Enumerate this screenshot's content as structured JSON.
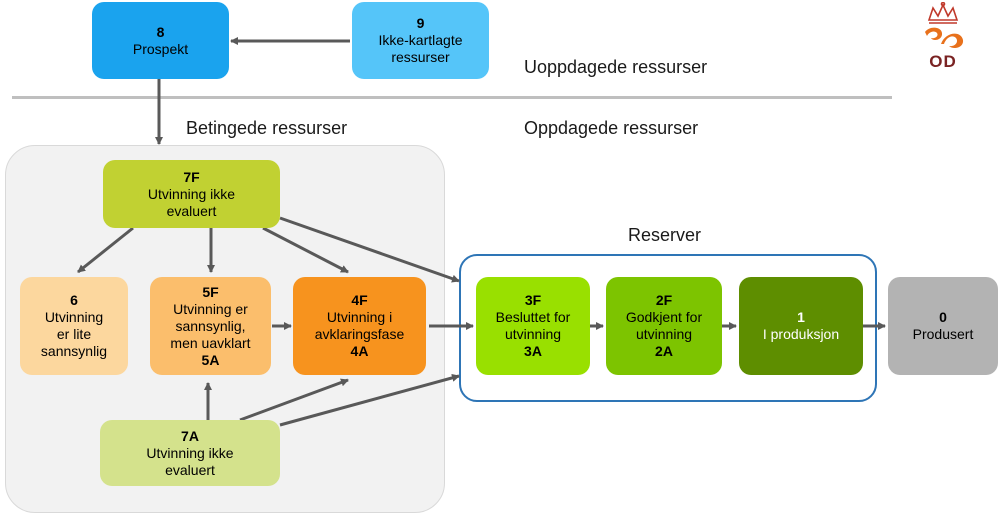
{
  "sections": {
    "uoppdagede": "Uoppdagede ressurser",
    "betingede": "Betingede ressurser",
    "oppdagede": "Oppdagede ressurser",
    "reserver": "Reserver"
  },
  "logo": {
    "text": "OD"
  },
  "nodes": {
    "n8": {
      "code": "8",
      "label": "Prospekt",
      "color": "#1aa3ee"
    },
    "n9": {
      "code": "9",
      "label": "Ikke-kartlagte\nressurser",
      "color": "#55c5f9"
    },
    "n7F": {
      "code": "7F",
      "label": "Utvinning ikke\nevaluert",
      "color": "#c1d132"
    },
    "n6": {
      "code": "6",
      "label": "Utvinning\ner lite\nsannsynlig",
      "color": "#fcd79e"
    },
    "n5F": {
      "code": "5F",
      "label": "Utvinning er\nsannsynlig,\nmen uavklart",
      "code2": "5A",
      "color": "#fbbe6c"
    },
    "n4F": {
      "code": "4F",
      "label": "Utvinning i\navklaringsfase",
      "code2": "4A",
      "color": "#f7931e"
    },
    "n7A": {
      "code": "7A",
      "label": "Utvinning ikke\nevaluert",
      "color": "#d4e28c"
    },
    "n3F": {
      "code": "3F",
      "label": "Besluttet for\nutvinning",
      "code2": "3A",
      "color": "#99e000"
    },
    "n2F": {
      "code": "2F",
      "label": "Godkjent for\nutvinning",
      "code2": "2A",
      "color": "#7dc400"
    },
    "n1": {
      "code": "1",
      "label": "I produksjon",
      "color": "#5e8e00"
    },
    "n0": {
      "code": "0",
      "label": "Produsert",
      "color": "#b3b3b3"
    }
  }
}
